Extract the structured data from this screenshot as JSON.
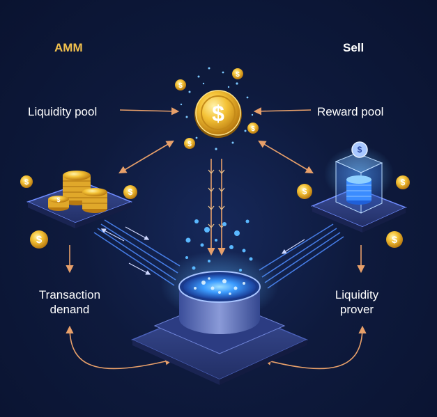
{
  "headers": {
    "left": "AMM",
    "right": "Sell"
  },
  "labels": {
    "liquidity_pool": "Liquidity pool",
    "reward_pool": "Reward pool",
    "transaction_demand": {
      "line1": "Transaction",
      "line2": "denand"
    },
    "liquidity_prover": {
      "line1": "Liquidity",
      "line2": "prover"
    }
  },
  "coin_symbol": "$",
  "colors": {
    "background": "#0e1a3d",
    "accent_gold": "#f2c14e",
    "arrow_orange": "#e8a06a",
    "glow_blue": "#4fb4ff",
    "platform": "#2b3a78"
  },
  "icons": [
    "dollar-coin-icon",
    "coin-stack-icon",
    "glass-cube-icon",
    "liquidity-pool-cylinder-icon"
  ]
}
